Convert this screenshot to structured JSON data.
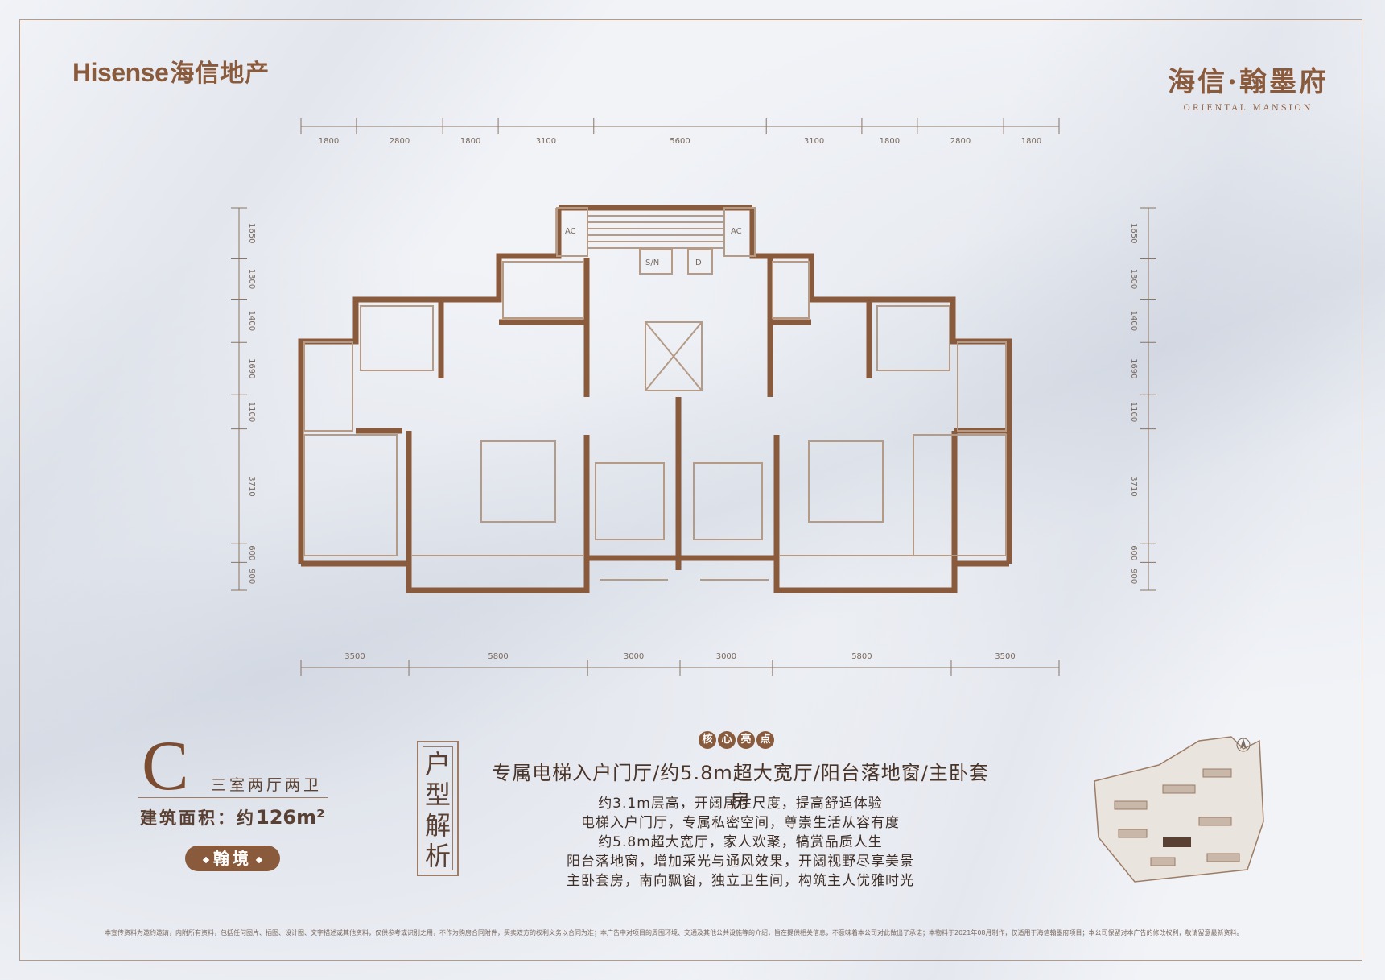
{
  "brand": {
    "en": "Hisense",
    "cn": "海信地产"
  },
  "project": {
    "name": "海信·翰墨府",
    "sub": "ORIENTAL MANSION"
  },
  "dims": {
    "top": [
      "1800",
      "2800",
      "1800",
      "3100",
      "5600",
      "3100",
      "1800",
      "2800",
      "1800"
    ],
    "bottom": [
      "3500",
      "5800",
      "3000",
      "3000",
      "5800",
      "3500"
    ],
    "left": [
      "1650",
      "1300",
      "1400",
      "1690",
      "1100",
      "3710",
      "600",
      "900"
    ],
    "right": [
      "1650",
      "1300",
      "1400",
      "1690",
      "1100",
      "3710",
      "600",
      "900"
    ]
  },
  "plan_labels": {
    "ac": "AC",
    "sn": "S/N",
    "d": "D"
  },
  "unit": {
    "letter": "C",
    "layout": "三室两厅两卫",
    "area_label": "建筑面积：约",
    "area_value": "126m²",
    "badge": "翰境"
  },
  "analysis": {
    "title": "户型解析",
    "core_chars": [
      "核",
      "心",
      "亮",
      "点"
    ],
    "headline": "专属电梯入户门厅/约5.8m超大宽厅/阳台落地窗/主卧套房",
    "points": [
      "约3.1m层高，开阔居住尺度，提高舒适体验",
      "电梯入户门厅，专属私密空间，尊崇生活从容有度",
      "约5.8m超大宽厅，家人欢聚，犒赏品质人生",
      "阳台落地窗，增加采光与通风效果，开阔视野尽享美景",
      "主卧套房，南向飘窗，独立卫生间，构筑主人优雅时光"
    ]
  },
  "disclaimer": "本宣传资料为邀约邀请，内附所有资料，包括任何图片、插图、设计图、文字描述或其他资料，仅供参考或识别之用，不作为购房合同附件，买卖双方的权利义务以合同为准；本广告中对项目的周围环境、交通及其他公共设施等的介绍，旨在提供相关信息，不意味着本公司对此做出了承诺；本物料于2021年08月制作，仅适用于海信翰墨府项目；本公司保留对本广告的修改权利，敬请留意最新资料。"
}
